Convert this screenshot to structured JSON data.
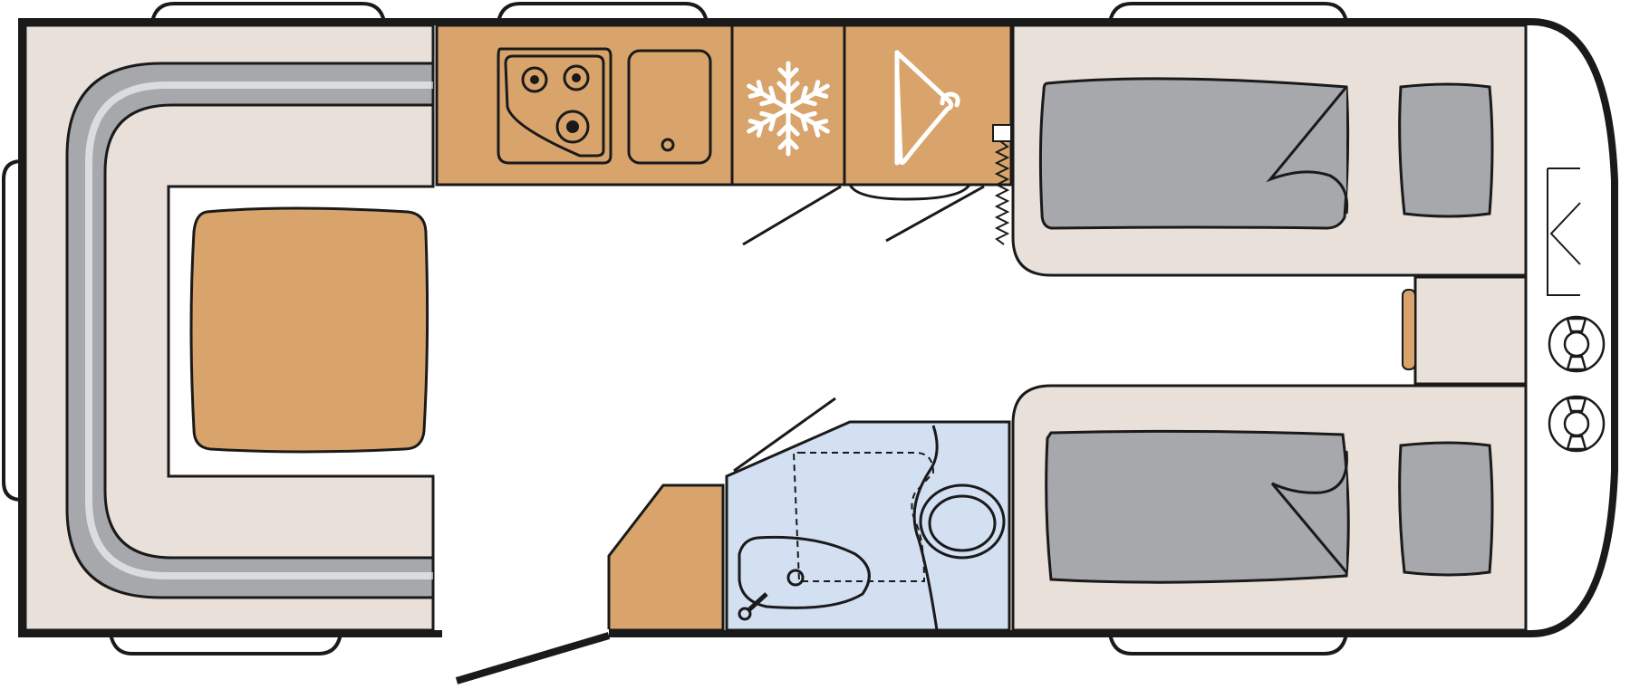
{
  "colors": {
    "outline": "#1a1a1a",
    "cushion": "#e8e0d9",
    "upholstery": "#a6a8ab",
    "wood": "#d8a46b",
    "washroom": "#d2e0f2",
    "floor": "#ffffff",
    "icon_white": "#ffffff"
  },
  "zones": [
    {
      "name": "front-u-lounge",
      "material": "cushion"
    },
    {
      "name": "dinette-table",
      "material": "wood"
    },
    {
      "name": "kitchen-counter",
      "material": "wood"
    },
    {
      "name": "fridge",
      "material": "wood",
      "icon": "snowflake-icon"
    },
    {
      "name": "wardrobe",
      "material": "wood",
      "icon": "hanger-icon"
    },
    {
      "name": "washroom",
      "material": "washroom"
    },
    {
      "name": "single-bed-left",
      "material": "cushion"
    },
    {
      "name": "single-bed-right",
      "material": "cushion"
    },
    {
      "name": "rear-console",
      "material": "cushion"
    }
  ],
  "fixtures": [
    "hob-icon",
    "sink-icon",
    "toilet-icon",
    "shower-tray",
    "washbasin-icon",
    "rear-lights"
  ]
}
